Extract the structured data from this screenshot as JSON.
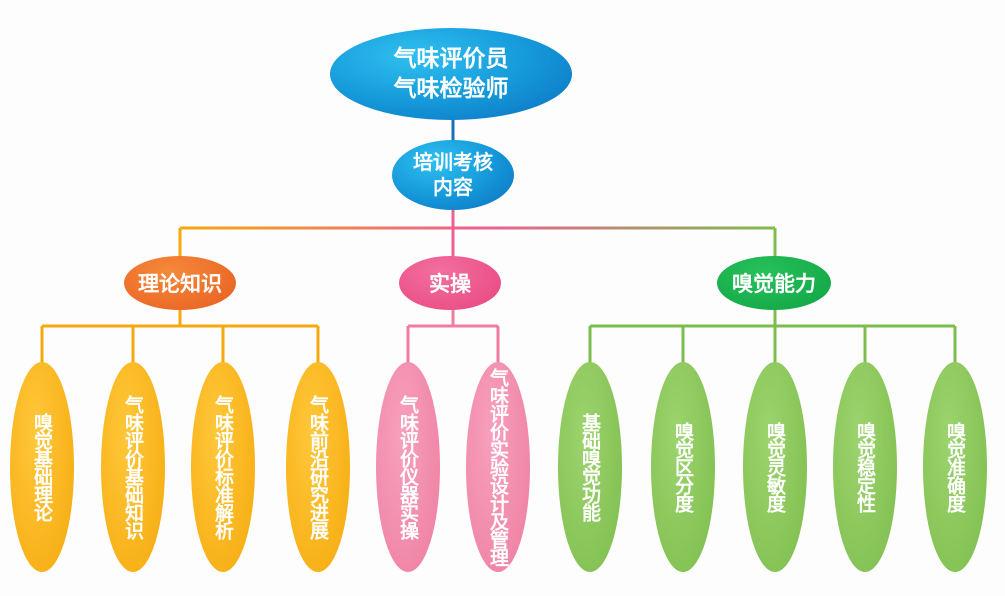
{
  "root": {
    "line1": "气味评价员",
    "line2": "气味检验师"
  },
  "hub": {
    "line1": "培训考核",
    "line2": "内容"
  },
  "categories": {
    "theory": "理论知识",
    "practice": "实操",
    "smell": "嗅觉能力"
  },
  "leaves": {
    "theory": [
      "嗅觉基础理论",
      "气味评价基础知识",
      "气味评价标准解析",
      "气味前沿研究进展"
    ],
    "practice": [
      "气味评价仪器实操",
      "气味评价实验设计及管理"
    ],
    "smell": [
      "基础嗅觉功能",
      "嗅觉区分度",
      "嗅觉灵敏度",
      "嗅觉稳定性",
      "嗅觉准确度"
    ]
  },
  "colors": {
    "blue": "#1496d8",
    "orange": "#f5a90c",
    "orange_dark": "#e85d20",
    "pink": "#ee7d9f",
    "pink_dark": "#e8457f",
    "green": "#7dbd4d",
    "green_dark": "#0fa444"
  }
}
